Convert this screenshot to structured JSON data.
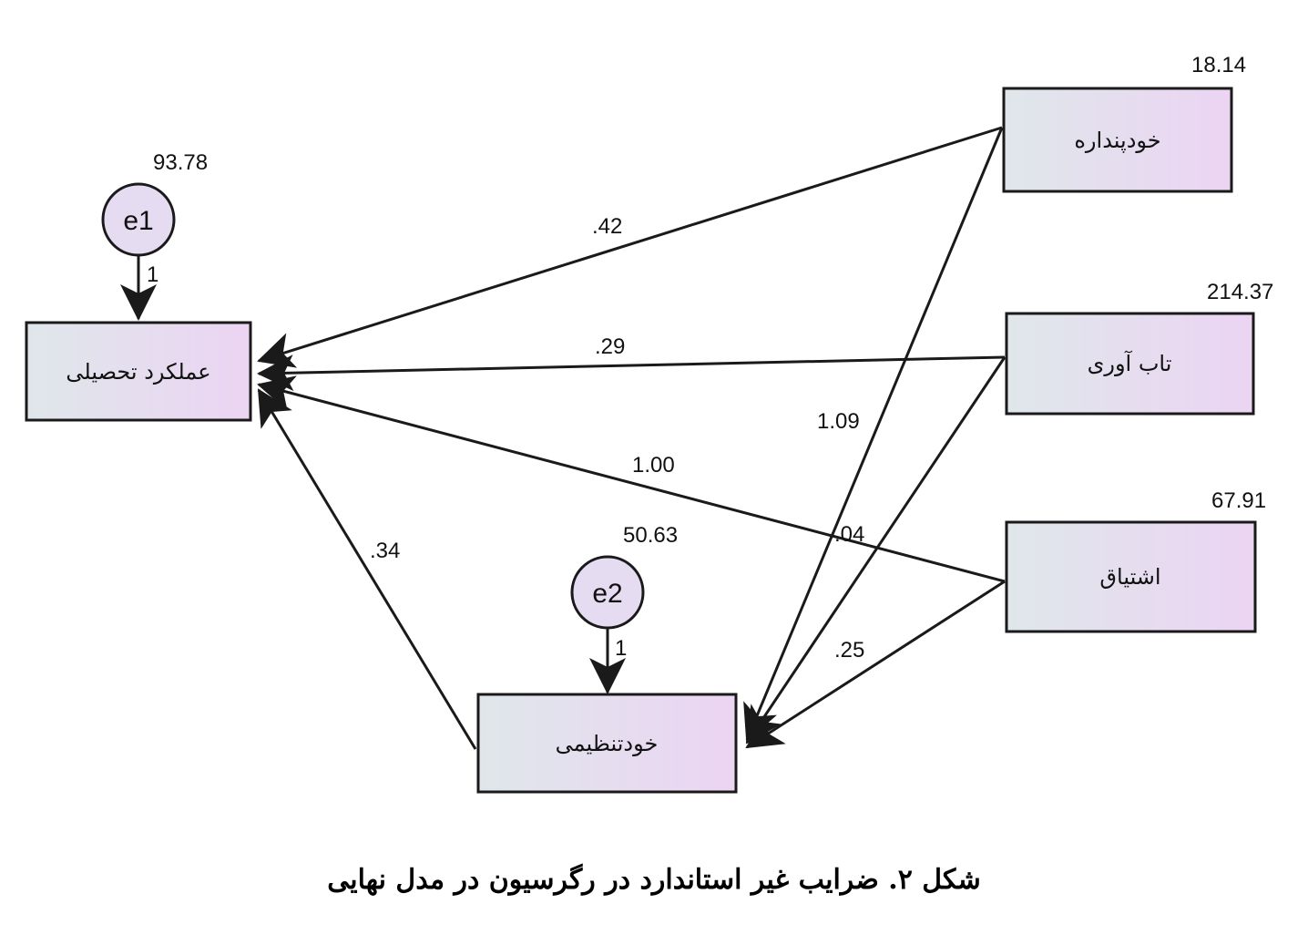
{
  "diagram": {
    "nodes": {
      "academic_performance": "عملکرد تحصیلی",
      "self_concept": "خودپنداره",
      "resilience": "تاب آوری",
      "engagement": "اشتیاق",
      "self_regulation": "خودتنظیمی",
      "e1": "e1",
      "e2": "e2"
    },
    "variances": {
      "e1": "93.78",
      "e2": "50.63",
      "self_concept": "18.14",
      "resilience": "214.37",
      "engagement": "67.91"
    },
    "paths": {
      "self_concept_to_performance": ".42",
      "resilience_to_performance": ".29",
      "engagement_to_performance": "1.00",
      "self_regulation_to_performance": ".34",
      "self_concept_to_self_regulation": "1.09",
      "resilience_to_self_regulation": ".04",
      "engagement_to_self_regulation": ".25",
      "e1_to_performance": "1",
      "e2_to_self_regulation": "1"
    },
    "colors": {
      "box_fill_start": "#dfe7ea",
      "box_fill_end": "#ecd4f3",
      "circle_fill": "#e6dcf2",
      "stroke": "#1a1a1a"
    }
  },
  "caption": "شکل ۲. ضرایب غیر استاندارد در رگرسیون در مدل نهایی"
}
